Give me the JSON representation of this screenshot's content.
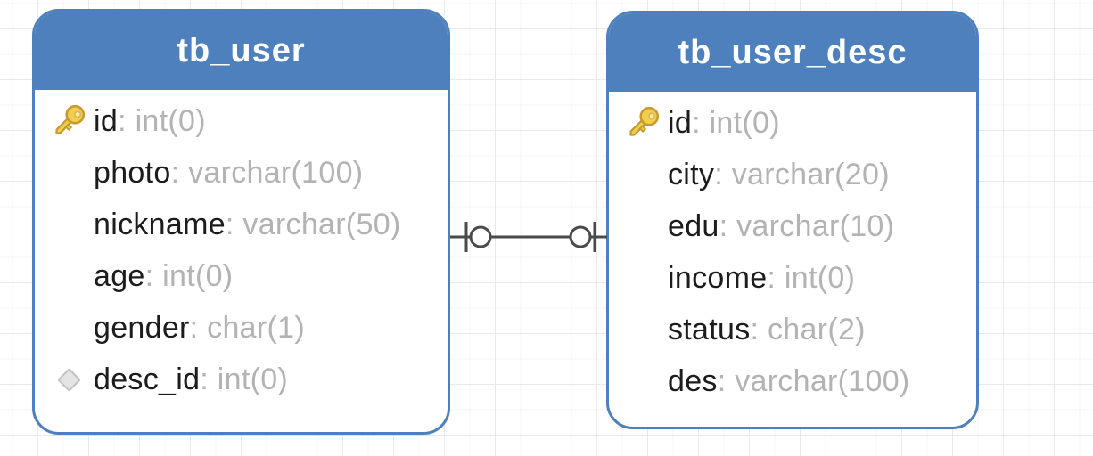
{
  "diagram": {
    "tables": [
      {
        "name": "tb_user",
        "fields": [
          {
            "name": "id",
            "type": "int(0)",
            "key": "primary"
          },
          {
            "name": "photo",
            "type": "varchar(100)",
            "key": "none"
          },
          {
            "name": "nickname",
            "type": "varchar(50)",
            "key": "none"
          },
          {
            "name": "age",
            "type": "int(0)",
            "key": "none"
          },
          {
            "name": "gender",
            "type": "char(1)",
            "key": "none"
          },
          {
            "name": "desc_id",
            "type": "int(0)",
            "key": "foreign"
          }
        ]
      },
      {
        "name": "tb_user_desc",
        "fields": [
          {
            "name": "id",
            "type": "int(0)",
            "key": "primary"
          },
          {
            "name": "city",
            "type": "varchar(20)",
            "key": "none"
          },
          {
            "name": "edu",
            "type": "varchar(10)",
            "key": "none"
          },
          {
            "name": "income",
            "type": "int(0)",
            "key": "none"
          },
          {
            "name": "status",
            "type": "char(2)",
            "key": "none"
          },
          {
            "name": "des",
            "type": "varchar(100)",
            "key": "none"
          }
        ]
      }
    ],
    "relationship": {
      "from": "tb_user",
      "to": "tb_user_desc",
      "from_cardinality": "zero-or-one",
      "to_cardinality": "zero-or-one",
      "notation": "|o———o|"
    },
    "colors": {
      "table_header": "#4d80bc",
      "table_border": "#4d80bc",
      "field_name_text": "#1c1c1c",
      "field_type_text": "#b3b3b3",
      "relation_line": "#4a4a4a",
      "primary_key_icon": "#f2cd4f",
      "foreign_key_icon": "#e4e4e4"
    }
  }
}
